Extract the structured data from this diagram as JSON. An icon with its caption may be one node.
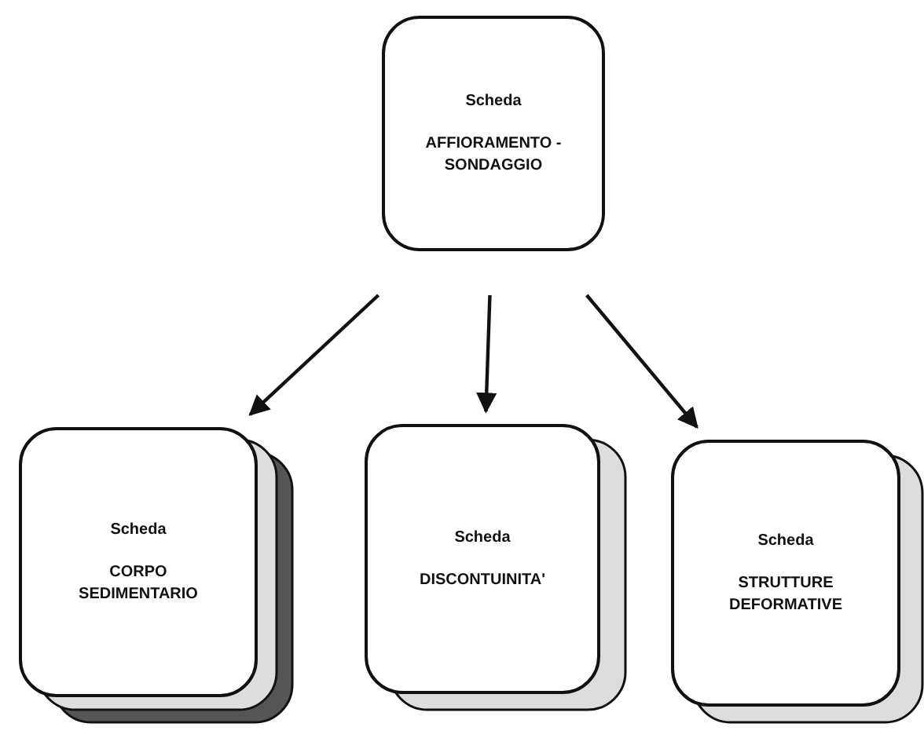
{
  "diagram": {
    "nodes": [
      {
        "text": [
          "Scheda",
          "AFFIORAMENTO -SONDAGGIO"
        ]
      },
      {
        "text": [
          "Scheda",
          "CORPO SEDIMENTARIO"
        ]
      },
      {
        "text": [
          "Scheda",
          "DISCONTUINITA'"
        ]
      },
      {
        "text": [
          "Scheda",
          "STRUTTURE DEFORMATIVE"
        ]
      }
    ],
    "edges": [
      {
        "from": 0,
        "to": 1,
        "arrow": "to"
      },
      {
        "from": 0,
        "to": 2,
        "arrow": "to"
      },
      {
        "from": 0,
        "to": 3,
        "arrow": "to"
      }
    ]
  }
}
